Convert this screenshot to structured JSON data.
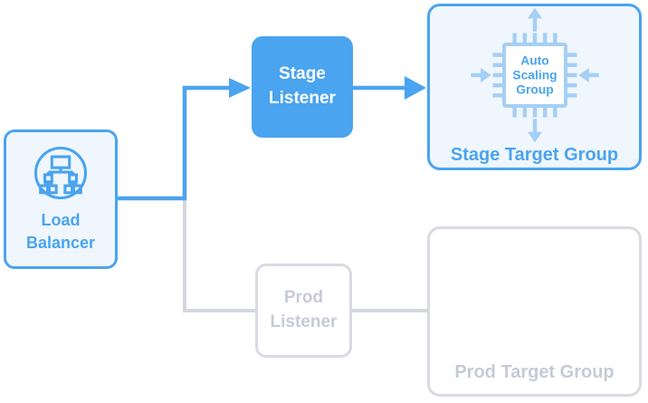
{
  "nodes": {
    "load_balancer": {
      "label": "Load Balancer"
    },
    "stage_listener": {
      "label": "Stage Listener"
    },
    "prod_listener": {
      "label": "Prod Listener"
    },
    "stage_target_group": {
      "label": "Stage Target Group",
      "asg_lines": [
        "Auto",
        "Scaling",
        "Group"
      ]
    },
    "prod_target_group": {
      "label": "Prod Target Group"
    }
  },
  "colors": {
    "accent_blue": "#4AA4EF",
    "light_blue_bg": "#EFF6FD",
    "chip_blue": "#A6CFF4",
    "gray_border": "#D8DBE2",
    "gray_text": "#C5CBD6",
    "gray_line": "#D4D7DD",
    "white": "#FFFFFF"
  }
}
